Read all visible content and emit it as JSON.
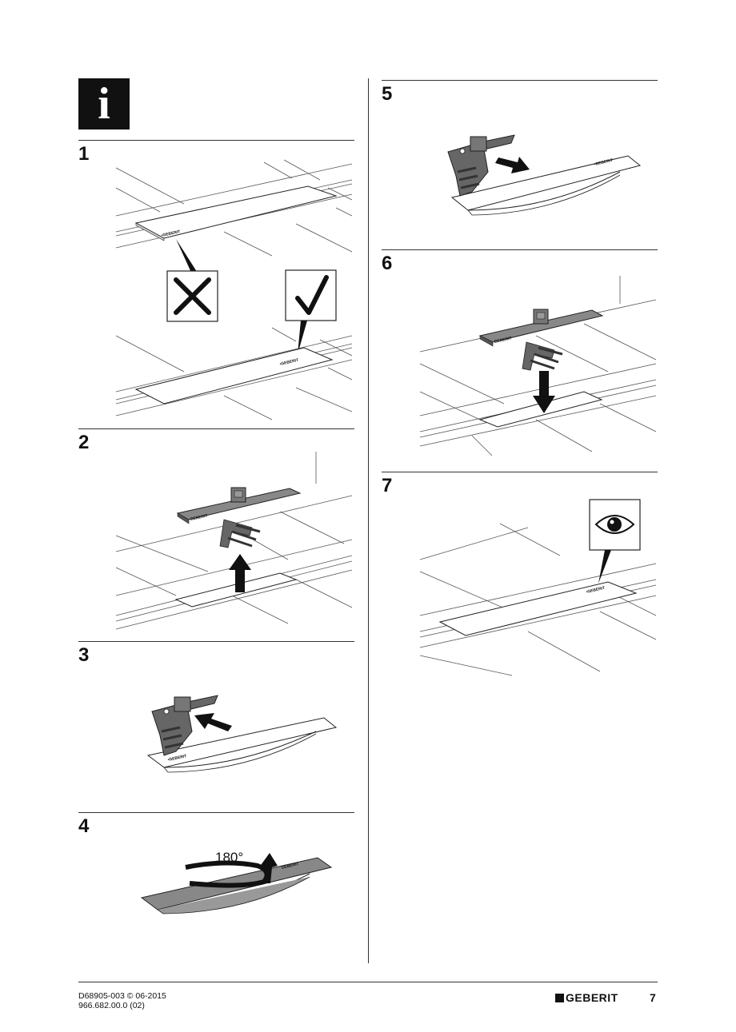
{
  "info_symbol": "i",
  "steps": [
    {
      "number": "1"
    },
    {
      "number": "2"
    },
    {
      "number": "3"
    },
    {
      "number": "4",
      "rotation_label": "180°"
    },
    {
      "number": "5"
    },
    {
      "number": "6"
    },
    {
      "number": "7"
    }
  ],
  "logo_text": "GEBERIT",
  "footer": {
    "doc_code": "D68905-003 © 06-2015",
    "article_code": "966.682.00.0 (02)",
    "brand": "GEBERIT",
    "page_number": "7"
  }
}
